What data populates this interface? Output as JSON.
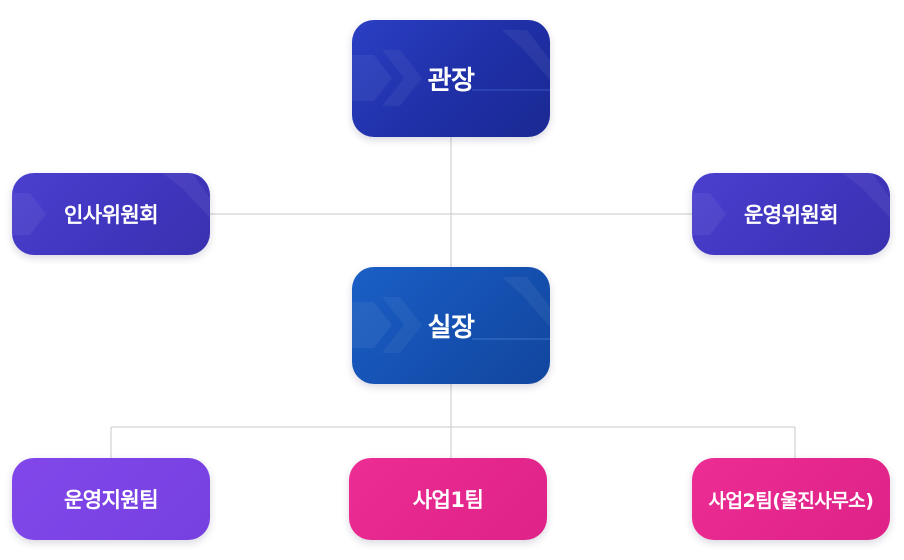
{
  "org_chart": {
    "director": "관장",
    "hr_committee": "인사위원회",
    "operations_committee": "운영위원회",
    "head_of_office": "실장",
    "teams": [
      "운영지원팀",
      "사업1팀",
      "사업2팀(울진사무소)"
    ]
  },
  "colors": {
    "director": "#2233b0",
    "head_of_office": "#1553b4",
    "committee": "#4038c2",
    "operations_support": "#7b44e6",
    "business_team": "#e6288e",
    "connector": "#c8c8c8"
  }
}
